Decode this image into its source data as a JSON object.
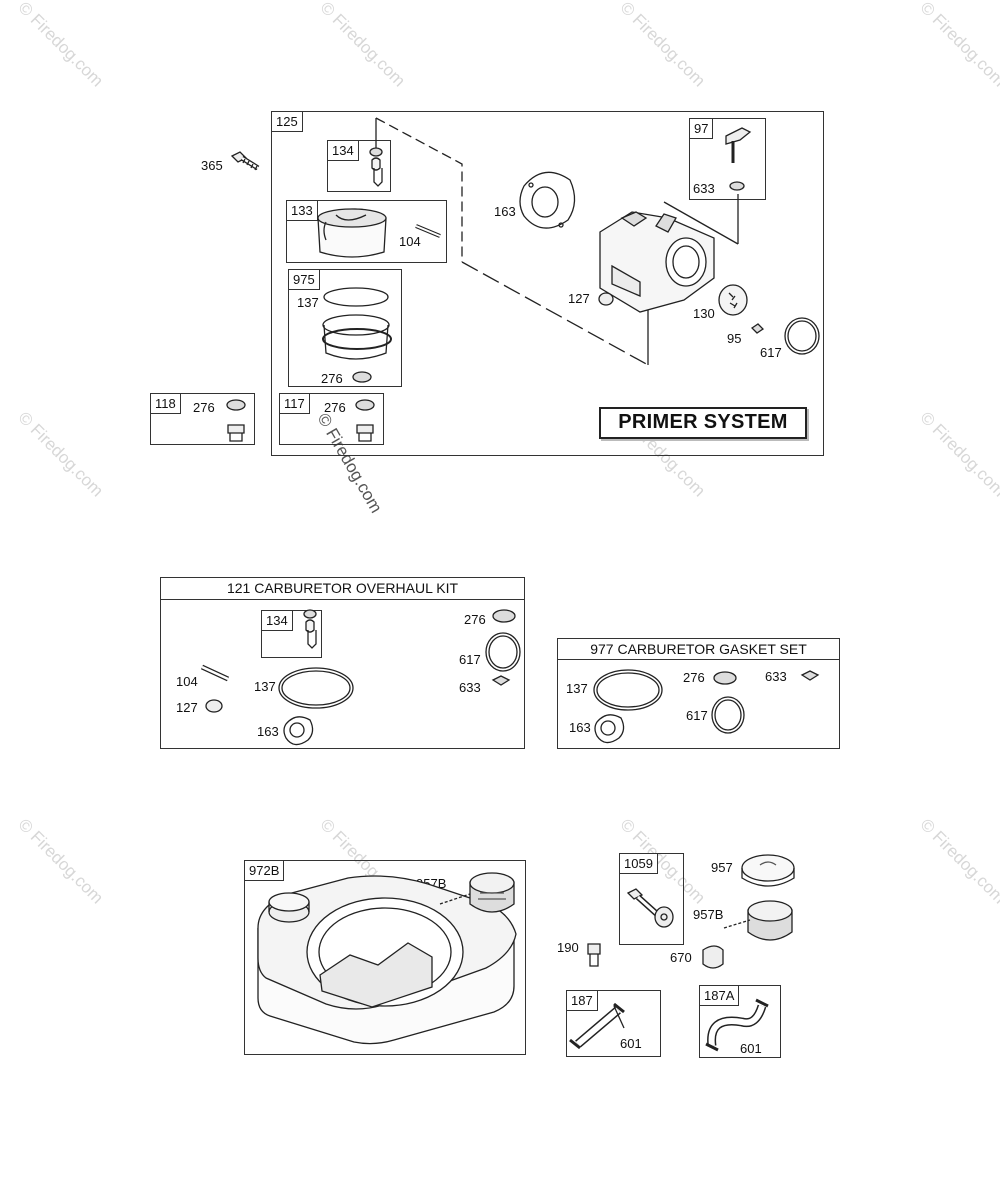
{
  "watermark": "© Firedog.com",
  "primer_system": {
    "title": "PRIMER SYSTEM",
    "box_label": "125",
    "labels": {
      "p365": "365",
      "p134": "134",
      "p133": "133",
      "p104": "104",
      "p975": "975",
      "p137": "137",
      "p276a": "276",
      "p118": "118",
      "p276b": "276",
      "p117": "117",
      "p276c": "276",
      "p163": "163",
      "p97": "97",
      "p633": "633",
      "p127": "127",
      "p130": "130",
      "p95": "95",
      "p617": "617"
    }
  },
  "overhaul_kit": {
    "title": "121 CARBURETOR OVERHAUL KIT",
    "labels": {
      "p134": "134",
      "p276": "276",
      "p617": "617",
      "p104": "104",
      "p137": "137",
      "p633": "633",
      "p127": "127",
      "p163": "163"
    }
  },
  "gasket_set": {
    "title": "977 CARBURETOR GASKET SET",
    "labels": {
      "p137": "137",
      "p276": "276",
      "p633": "633",
      "p617": "617",
      "p163": "163"
    }
  },
  "fuel_tank": {
    "labels": {
      "p972b": "972B",
      "p957b": "957B"
    }
  },
  "fuel_parts": {
    "labels": {
      "p1059": "1059",
      "p957": "957",
      "p957b": "957B",
      "p190": "190",
      "p670": "670",
      "p187": "187",
      "p601a": "601",
      "p187a": "187A",
      "p601b": "601"
    }
  }
}
